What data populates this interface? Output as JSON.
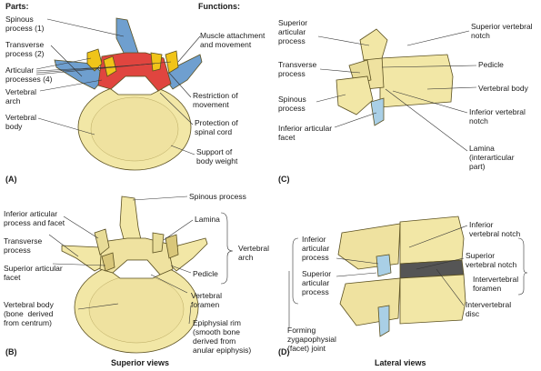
{
  "colors": {
    "bone": "#f2e7a6",
    "bone_shade": "#d9c77a",
    "outline": "#5b5020",
    "blue": "#6f9fcf",
    "red": "#e0453f",
    "yellow": "#f0c419",
    "disc": "#555555",
    "facet": "#a9cfe6"
  },
  "panelA": {
    "parts_header": "Parts:",
    "functions_header": "Functions:",
    "label": "(A)",
    "spinous": "Spinous\nprocess (1)",
    "transverse": "Transverse\nprocess (2)",
    "articular": "Articular\nprocesses (4)",
    "arch": "Vertebral\narch",
    "body": "Vertebral\nbody",
    "muscle": "Muscle attachment\nand movement",
    "restriction": "Restriction of\nmovement",
    "protection": "Protection of\nspinal cord",
    "support": "Support of\nbody weight"
  },
  "panelB": {
    "label": "(B)",
    "spinous": "Spinous process",
    "inferior_art": "Inferior articular\nprocess and facet",
    "transverse": "Transverse\nprocess",
    "superior_facet": "Superior articular\nfacet",
    "body": "Vertebral body\n(bone  derived\nfrom centrum)",
    "lamina": "Lamina",
    "arch": "Vertebral\narch",
    "pedicle": "Pedicle",
    "foramen": "Vertebral\nforamen",
    "epiphysial": "Epiphysial rim\n(smooth bone\nderived from\nanular epiphysis)"
  },
  "panelC": {
    "label": "(C)",
    "superior_art": "Superior\narticular\nprocess",
    "transverse": "Transverse\nprocess",
    "spinous": "Spinous\nprocess",
    "inferior_facet": "Inferior articular\nfacet",
    "sup_notch": "Superior vertebral\nnotch",
    "pedicle": "Pedicle",
    "body": "Vertebral body",
    "inf_notch": "Inferior vertebral\nnotch",
    "lamina": "Lamina\n(interarticular\npart)"
  },
  "panelD": {
    "label": "(D)",
    "inferior_art": "Inferior\narticular\nprocess",
    "superior_art": "Superior\narticular\nprocess",
    "joint": "Forming\nzygapophysial\n(facet) joint",
    "inf_notch": "Inferior\nvertebral notch",
    "sup_notch": "Superior\nvertebral notch",
    "foramen": "Intervertebral\nforamen",
    "disc": "Intervertebral\ndisc"
  },
  "captions": {
    "superior": "Superior views",
    "lateral": "Lateral views"
  }
}
